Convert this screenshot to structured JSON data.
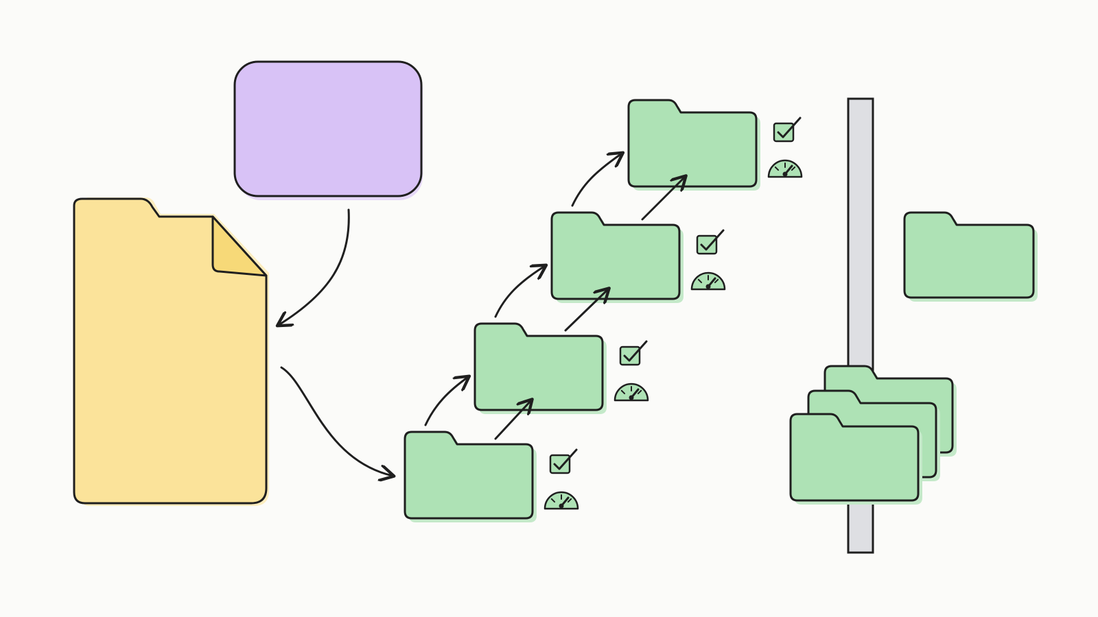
{
  "colors": {
    "background": "#fbfbf9",
    "stroke": "#1f1f1f",
    "document_fill": "#fbe39a",
    "source_box_fill": "#d8c2f6",
    "folder_fill": "#aee2b5",
    "folder_shadow": "#c4e9c9",
    "divider_fill": "#dedfe3"
  },
  "icons": {
    "document": "document-icon",
    "source_box": "rounded-rectangle",
    "folder": "folder-icon",
    "check": "checkbox-checked-icon",
    "gauge": "speedometer-gauge-icon",
    "divider": "vertical-bar"
  },
  "diagram": {
    "pipeline_stage_count": 4,
    "isolated_folder_count": 1,
    "stacked_folder_count": 3
  }
}
